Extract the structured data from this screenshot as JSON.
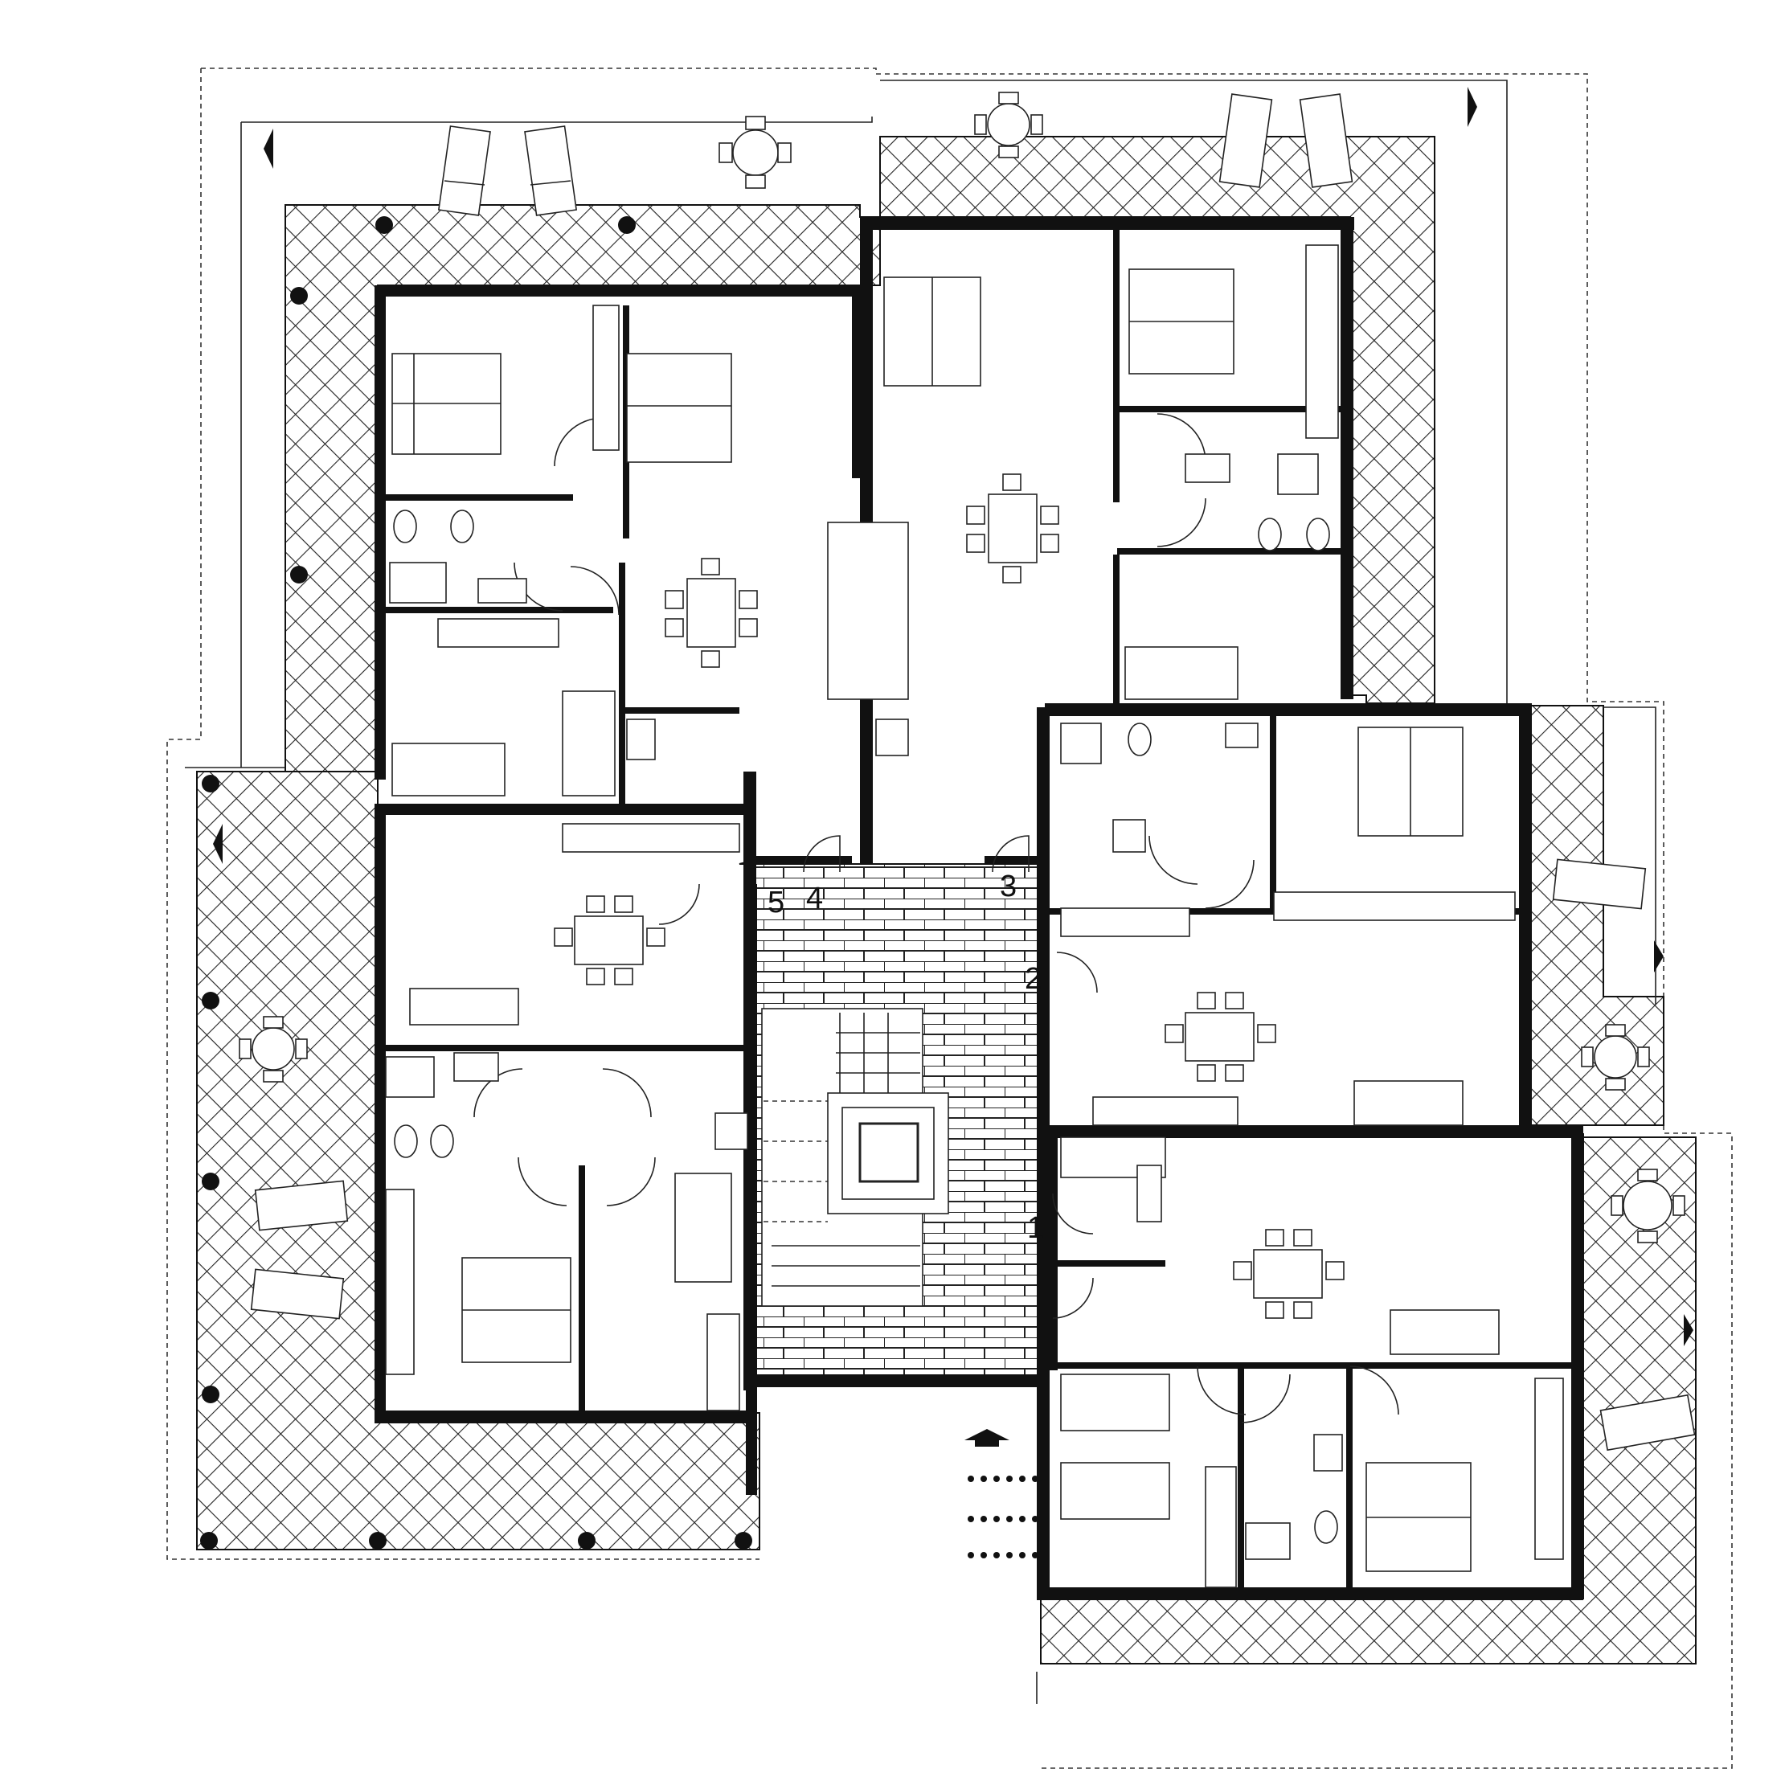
{
  "entrances": [
    {
      "id": "5",
      "label": "5"
    },
    {
      "id": "4",
      "label": "4"
    },
    {
      "id": "3",
      "label": "3"
    },
    {
      "id": "2",
      "label": "2"
    },
    {
      "id": "1",
      "label": "1"
    }
  ],
  "icons": {
    "entrance_arrow": "up-arrow-icon",
    "exit_arrows": "direction-arrow-icon",
    "column": "column-dot-icon"
  },
  "colors": {
    "ink": "#111111",
    "paper": "#ffffff"
  }
}
